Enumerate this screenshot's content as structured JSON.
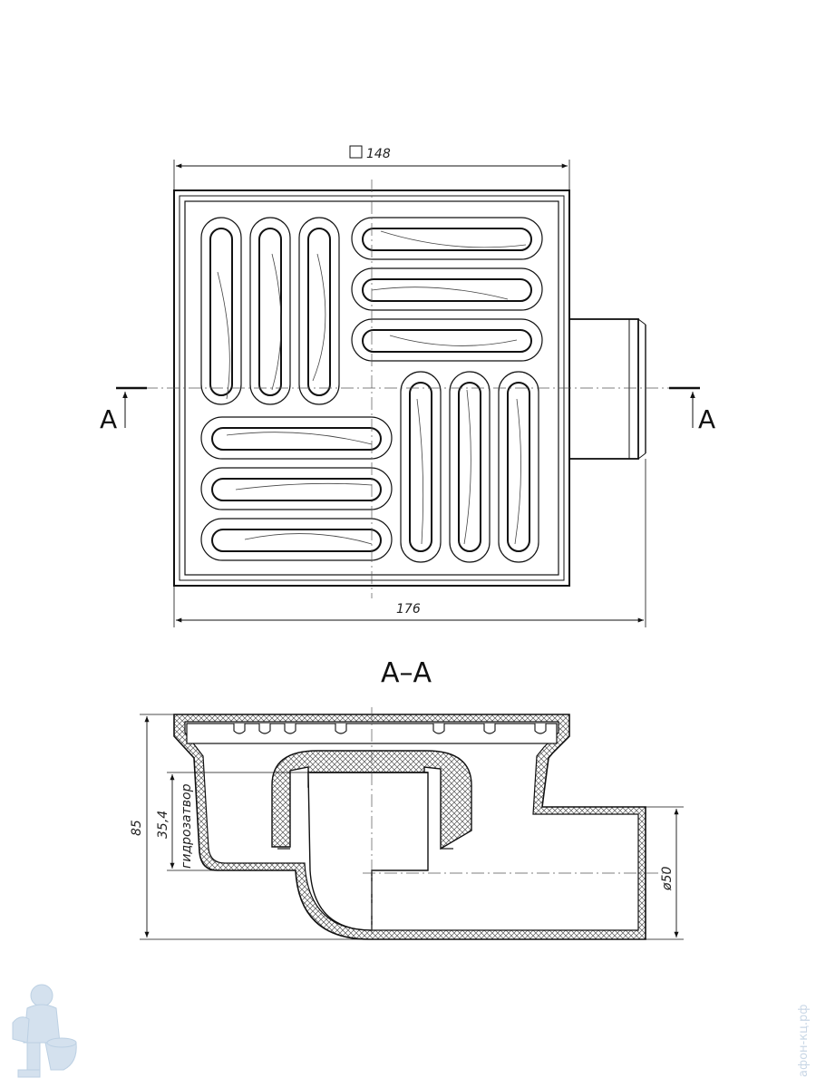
{
  "dimensions": {
    "top_width": "148",
    "overall_width": "176",
    "height": "85",
    "seal_height": "35,4",
    "seal_label": "гидрозатвор",
    "outlet_diameter": "ø50"
  },
  "section": {
    "marker_left": "A",
    "marker_right": "A",
    "title": "A–A"
  },
  "watermark": {
    "site": "афон-кц.рф",
    "mascot": "plumber-mascot-icon"
  },
  "colors": {
    "line": "#111111",
    "hatch": "#555555",
    "watermark": "#c9d7e6"
  }
}
